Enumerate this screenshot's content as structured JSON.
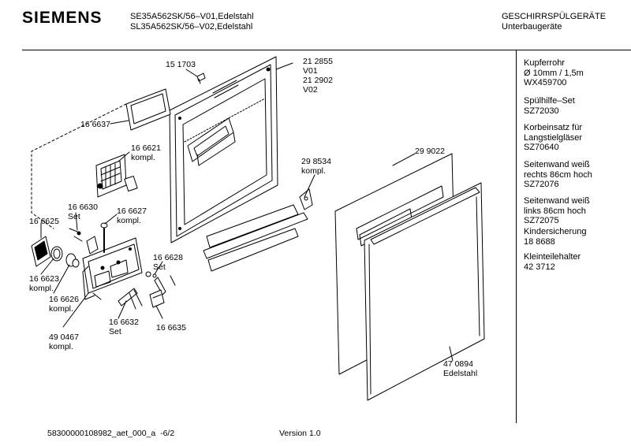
{
  "header": {
    "brand": "SIEMENS",
    "model_line1": "SE35A562SK/56–V01,Edelstahl",
    "model_line2": "SL35A562SK/56–V02,Edelstahl",
    "category": "GESCHIRRSPÜLGERÄTE",
    "subcategory": "Unterbaugeräte"
  },
  "accessories": [
    {
      "lines": [
        "Kupferrohr",
        "Ø 10mm / 1,5m",
        "WX459700"
      ]
    },
    {
      "lines": [
        "Spülhilfe–Set",
        "SZ72030"
      ]
    },
    {
      "lines": [
        "Korbeinsatz für",
        "Langstielgläser",
        "SZ70640"
      ]
    },
    {
      "lines": [
        "Seitenwand weiß",
        "rechts 86cm hoch",
        "SZ72076"
      ]
    },
    {
      "lines": [
        "Seitenwand weiß",
        "links 86cm hoch",
        "SZ72075"
      ]
    },
    {
      "lines": [
        "Kindersicherung",
        "18 8688"
      ]
    },
    {
      "lines": [
        "Kleinteilehalter",
        "42 3712"
      ]
    }
  ],
  "part_labels": {
    "p151703": "15 1703",
    "p212855": "21 2855",
    "v01": "V01",
    "p212902": "21 2902",
    "v02": "V02",
    "p166637": "16 6637",
    "p166621": "16 6621",
    "p166621_sub": "kompl.",
    "p298534": "29 8534",
    "p298534_sub": "kompl.",
    "p299022": "29 9022",
    "p166630": "16 6630",
    "p166630_sub": "Set",
    "p166627": "16 6627",
    "p166627_sub": "kompl.",
    "p166625": "16 6625",
    "p166628": "16 6628",
    "p166628_sub": "Set",
    "p166623": "16 6623",
    "p166623_sub": "kompl.",
    "p166626": "16 6626",
    "p166626_sub": "kompl.",
    "p490467": "49 0467",
    "p490467_sub": "kompl.",
    "p166632": "16 6632",
    "p166632_sub": "Set",
    "p166635": "16 6635",
    "p470894": "47 0894",
    "p470894_sub": "Edelstahl"
  },
  "footer": {
    "doc_id": "58300000108982_aet_000_a",
    "page": "-6/2",
    "version": "Version 1.0"
  }
}
